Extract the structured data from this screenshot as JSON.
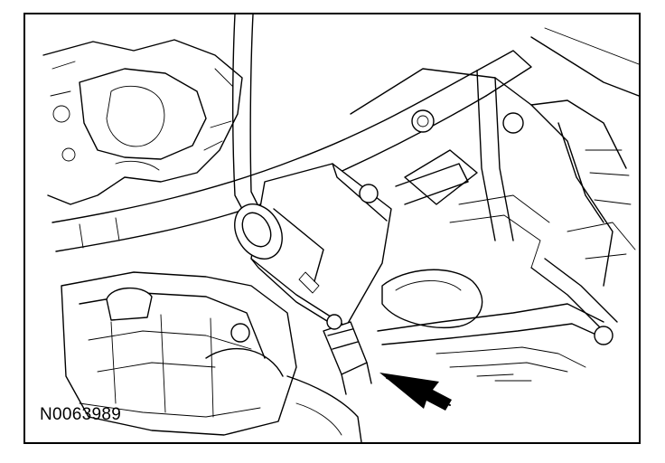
{
  "figure": {
    "id_label": "N0063989"
  },
  "callouts": [
    {
      "name": "pointer-arrow",
      "direction": "up-left"
    }
  ],
  "colors": {
    "line": "#000000",
    "background": "#ffffff"
  }
}
